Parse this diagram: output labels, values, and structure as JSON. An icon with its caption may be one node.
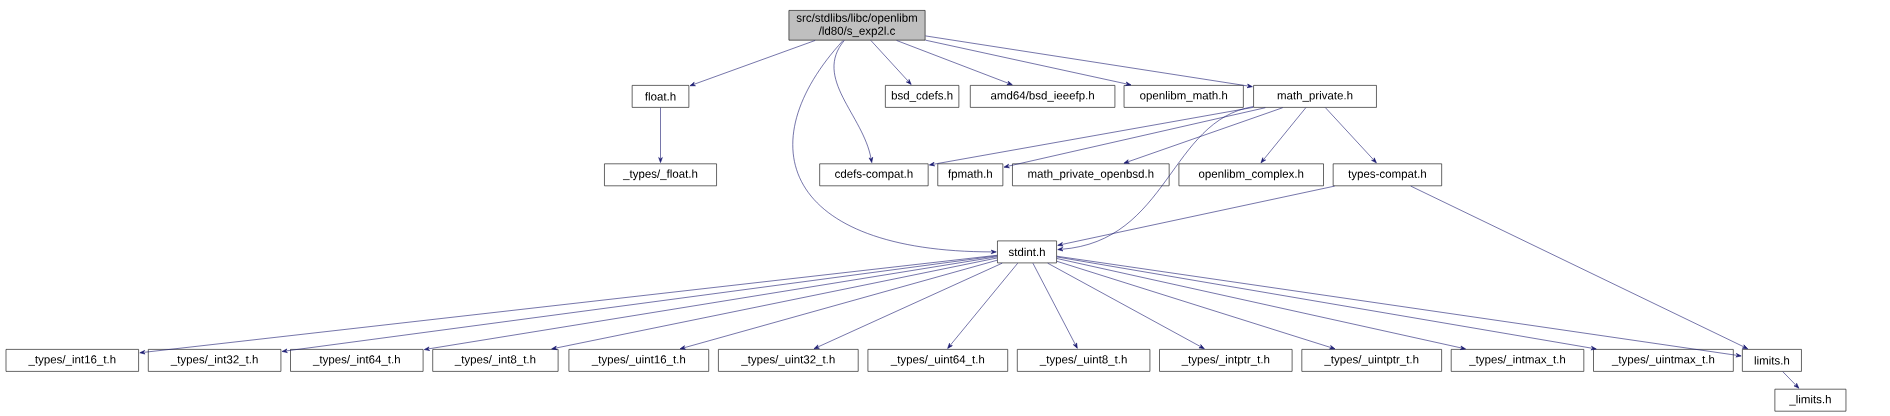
{
  "diagram": {
    "nodes": [
      {
        "text": [
          "src/stdlibs/libc/openlibm /ld80/s_exp2l.c"
        ]
      },
      {
        "text": [
          "float.h"
        ]
      },
      {
        "text": [
          "bsd_cdefs.h"
        ]
      },
      {
        "text": [
          "amd64/bsd_ieeefp.h"
        ]
      },
      {
        "text": [
          "openlibm_math.h"
        ]
      },
      {
        "text": [
          "math_private.h"
        ]
      },
      {
        "text": [
          "_types/_float.h"
        ]
      },
      {
        "text": [
          "cdefs-compat.h"
        ]
      },
      {
        "text": [
          "fpmath.h"
        ]
      },
      {
        "text": [
          "math_private_openbsd.h"
        ]
      },
      {
        "text": [
          "openlibm_complex.h"
        ]
      },
      {
        "text": [
          "types-compat.h"
        ]
      },
      {
        "text": [
          "stdint.h"
        ]
      },
      {
        "text": [
          "_types/_int16_t.h"
        ]
      },
      {
        "text": [
          "_types/_int32_t.h"
        ]
      },
      {
        "text": [
          "_types/_int64_t.h"
        ]
      },
      {
        "text": [
          "_types/_int8_t.h"
        ]
      },
      {
        "text": [
          "_types/_uint16_t.h"
        ]
      },
      {
        "text": [
          "_types/_uint32_t.h"
        ]
      },
      {
        "text": [
          "_types/_uint64_t.h"
        ]
      },
      {
        "text": [
          "_types/_uint8_t.h"
        ]
      },
      {
        "text": [
          "_types/_intptr_t.h"
        ]
      },
      {
        "text": [
          "_types/_uintptr_t.h"
        ]
      },
      {
        "text": [
          "_types/_intmax_t.h"
        ]
      },
      {
        "text": [
          "_types/_uintmax_t.h"
        ]
      },
      {
        "text": [
          "limits.h"
        ]
      },
      {
        "text": [
          "_limits.h"
        ]
      }
    ],
    "edges": [
      {
        "from": 0,
        "to": 1,
        "arrow": "to"
      },
      {
        "from": 0,
        "to": 7,
        "arrow": "to"
      },
      {
        "from": 0,
        "to": 12,
        "arrow": "to"
      },
      {
        "from": 0,
        "to": 2,
        "arrow": "to"
      },
      {
        "from": 0,
        "to": 3,
        "arrow": "to"
      },
      {
        "from": 0,
        "to": 4,
        "arrow": "to"
      },
      {
        "from": 0,
        "to": 5,
        "arrow": "to"
      },
      {
        "from": 1,
        "to": 6,
        "arrow": "to"
      },
      {
        "from": 5,
        "to": 7,
        "arrow": "to"
      },
      {
        "from": 5,
        "to": 8,
        "arrow": "to"
      },
      {
        "from": 5,
        "to": 9,
        "arrow": "to"
      },
      {
        "from": 5,
        "to": 12,
        "arrow": "to"
      },
      {
        "from": 5,
        "to": 10,
        "arrow": "to"
      },
      {
        "from": 5,
        "to": 11,
        "arrow": "to"
      },
      {
        "from": 11,
        "to": 12,
        "arrow": "to"
      },
      {
        "from": 11,
        "to": 25,
        "arrow": "to"
      },
      {
        "from": 12,
        "to": 13,
        "arrow": "to"
      },
      {
        "from": 12,
        "to": 14,
        "arrow": "to"
      },
      {
        "from": 12,
        "to": 15,
        "arrow": "to"
      },
      {
        "from": 12,
        "to": 16,
        "arrow": "to"
      },
      {
        "from": 12,
        "to": 17,
        "arrow": "to"
      },
      {
        "from": 12,
        "to": 18,
        "arrow": "to"
      },
      {
        "from": 12,
        "to": 19,
        "arrow": "to"
      },
      {
        "from": 12,
        "to": 20,
        "arrow": "to"
      },
      {
        "from": 12,
        "to": 21,
        "arrow": "to"
      },
      {
        "from": 12,
        "to": 22,
        "arrow": "to"
      },
      {
        "from": 12,
        "to": 23,
        "arrow": "to"
      },
      {
        "from": 12,
        "to": 24,
        "arrow": "to"
      },
      {
        "from": 12,
        "to": 25,
        "arrow": "to"
      },
      {
        "from": 25,
        "to": 26,
        "arrow": "to"
      }
    ]
  }
}
